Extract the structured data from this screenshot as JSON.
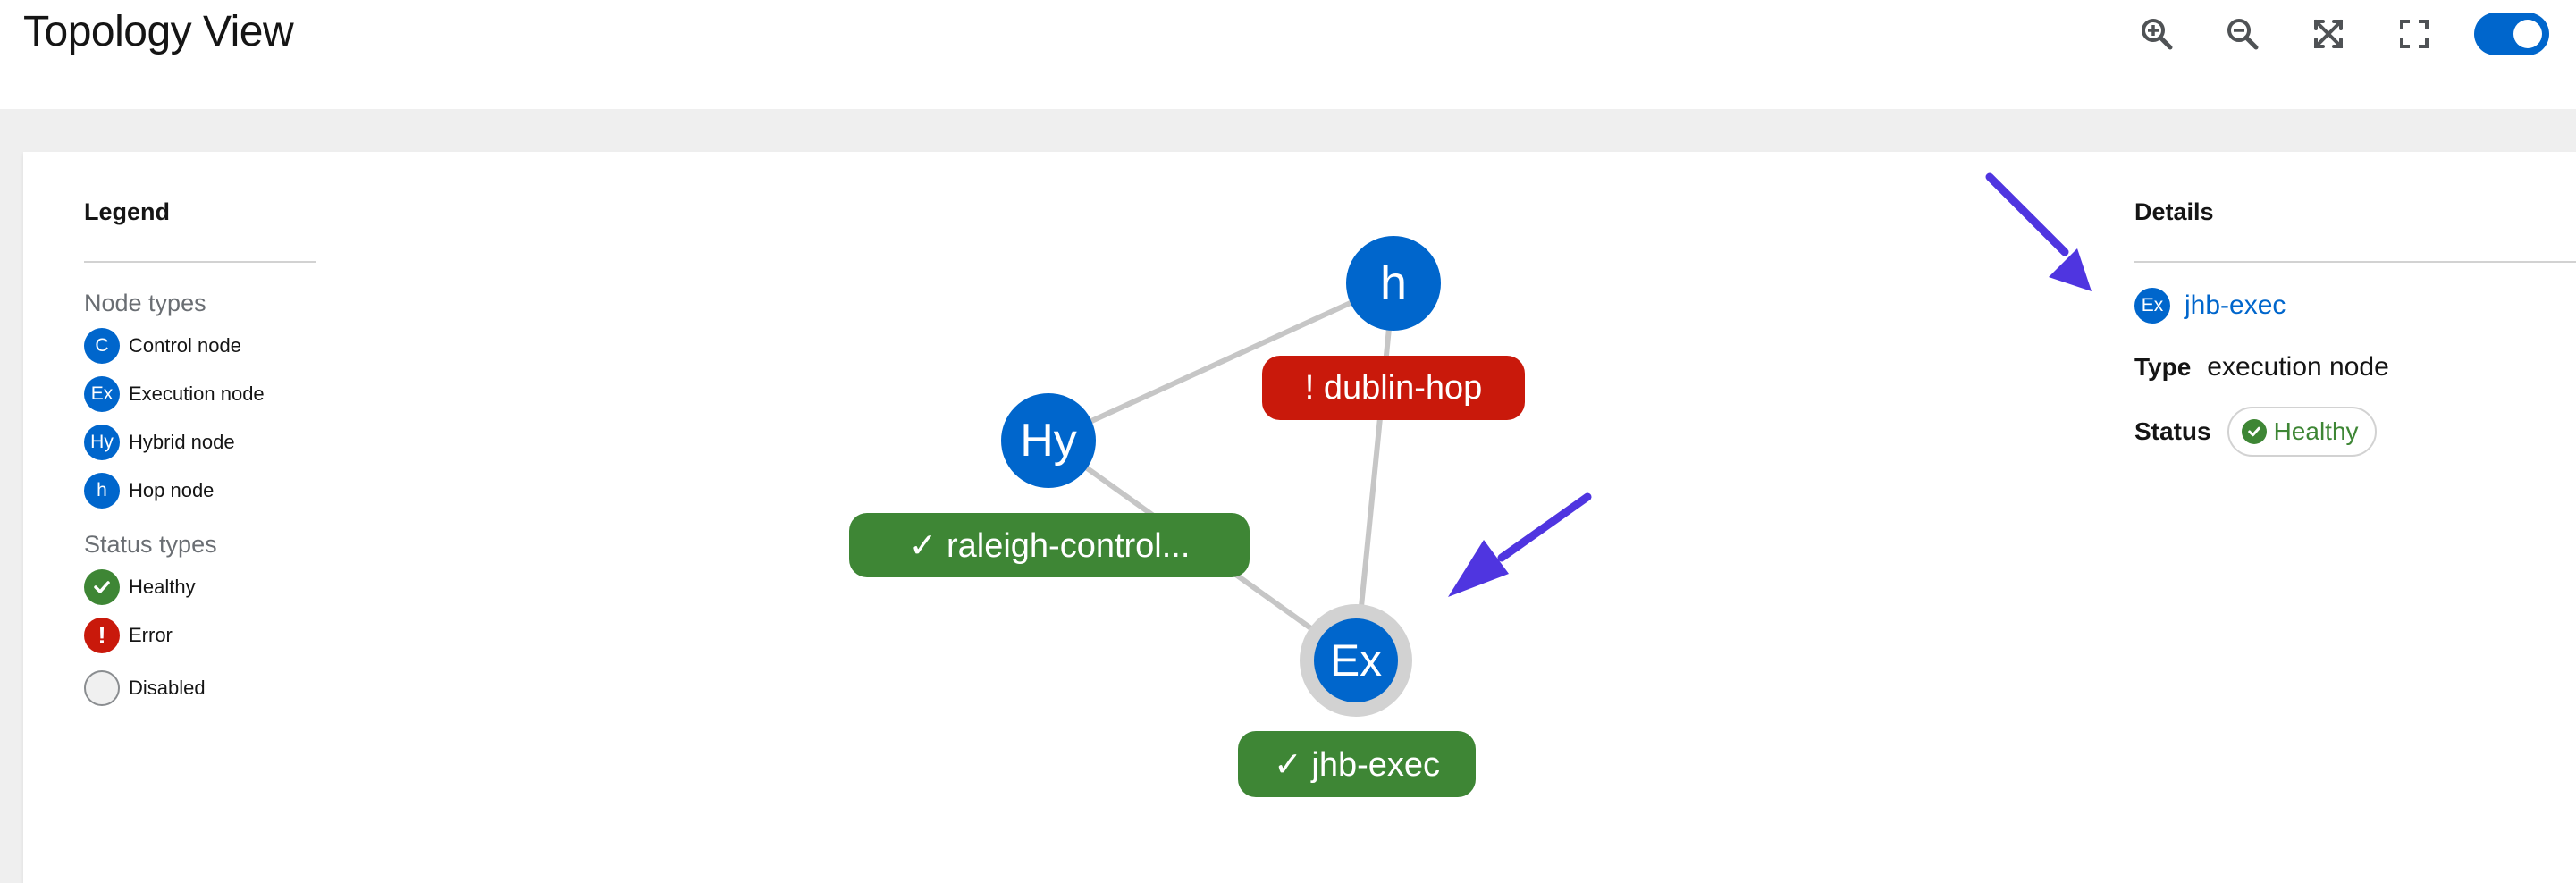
{
  "header": {
    "title": "Topology View",
    "toolbar": {
      "zoom_in": "zoom-in-icon",
      "zoom_out": "zoom-out-icon",
      "fit": "fit-to-screen-icon",
      "fullscreen": "expand-icon",
      "toggle_on": true
    }
  },
  "legend": {
    "title": "Legend",
    "node_types_heading": "Node types",
    "node_types": [
      {
        "badge": "C",
        "label": "Control node"
      },
      {
        "badge": "Ex",
        "label": "Execution node"
      },
      {
        "badge": "Hy",
        "label": "Hybrid node"
      },
      {
        "badge": "h",
        "label": "Hop node"
      }
    ],
    "status_types_heading": "Status types",
    "status_types": [
      {
        "label": "Healthy",
        "icon": "check-circle-icon",
        "color": "#3e8635"
      },
      {
        "label": "Error",
        "icon": "exclamation-circle-icon",
        "color": "#c9190b",
        "glyph": "!"
      },
      {
        "label": "Disabled",
        "icon": "empty-circle-icon",
        "color": "#f0f0f0"
      }
    ]
  },
  "topology": {
    "nodes": [
      {
        "id": "h",
        "badge": "h",
        "label": "! dublin-hop",
        "status": "error"
      },
      {
        "id": "hy",
        "badge": "Hy",
        "label": "✓ raleigh-control...",
        "status": "healthy"
      },
      {
        "id": "ex",
        "badge": "Ex",
        "label": "✓ jhb-exec",
        "status": "healthy",
        "selected": true
      }
    ],
    "links": [
      [
        "hy",
        "h"
      ],
      [
        "hy",
        "ex"
      ],
      [
        "h",
        "ex"
      ]
    ]
  },
  "details": {
    "title": "Details",
    "badge": "Ex",
    "name": "jhb-exec",
    "type_key": "Type",
    "type_value": "execution node",
    "status_key": "Status",
    "status_value": "Healthy"
  },
  "colors": {
    "primary": "#0066cc",
    "healthy": "#3e8635",
    "error": "#c9190b",
    "annotation_arrow": "#4f35e0"
  }
}
